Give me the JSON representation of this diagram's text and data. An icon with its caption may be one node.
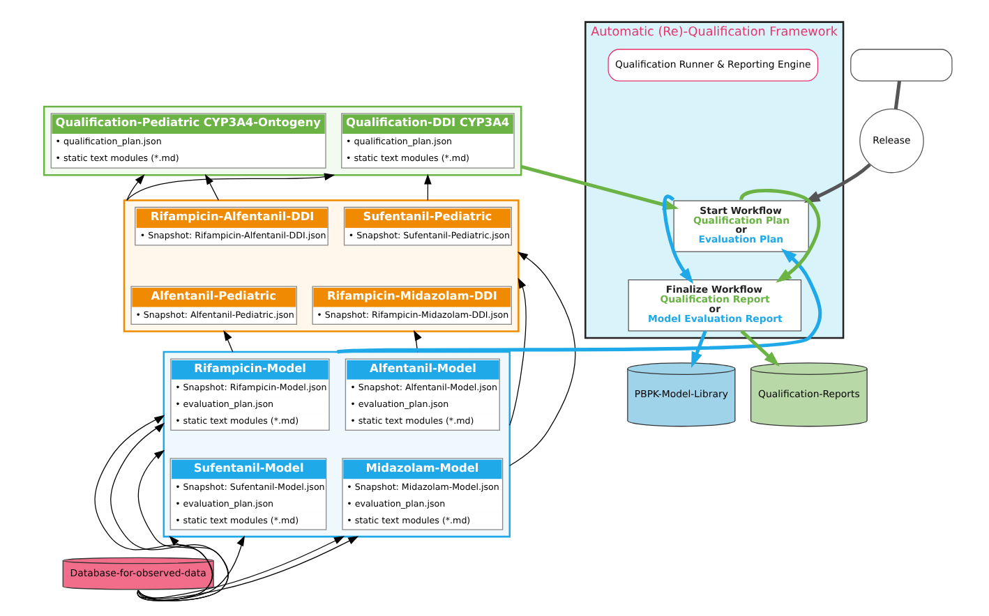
{
  "diagram": {
    "nodes": [
      {
        "text": [],
        "shape": "box"
      },
      {
        "text": [
          "Qualification-DDI CYP3A4",
          "• qualification_plan.json",
          "• static text modules (*.md)"
        ],
        "in": 0
      },
      {
        "text": [
          "Qualification-Pediatric CYP3A4-Ontogeny",
          "• qualification_plan.json",
          "• static text modules (*.md)"
        ],
        "in": 0
      },
      {
        "text": [],
        "shape": "box"
      },
      {
        "text": [
          "Rifampicin-Alfentanil-DDI",
          "• Snapshot: Rifampicin-Alfentanil-DDI.json"
        ],
        "in": 3
      },
      {
        "text": [
          "Sufentanil-Pediatric",
          "• Snapshot: Sufentanil-Pediatric.json"
        ],
        "in": 3
      },
      {
        "text": [
          "Rifampicin-Midazolam-DDI",
          "• Snapshot: Rifampicin-Midazolam-DDI.json"
        ],
        "in": 3
      },
      {
        "text": [
          "Alfentanil-Pediatric",
          "• Snapshot: Alfentanil-Pediatric.json"
        ],
        "in": 3
      },
      {
        "text": [],
        "shape": "box"
      },
      {
        "text": [
          "Rifampicin-Model",
          "• Snapshot: Rifampicin-Model.json",
          "• evaluation_plan.json",
          "• static text modules (*.md)"
        ],
        "in": 8
      },
      {
        "text": [
          "Alfentanil-Model",
          "• Snapshot: Alfentanil-Model.json",
          "• evaluation_plan.json",
          "• static text modules (*.md)"
        ],
        "in": 8
      },
      {
        "text": [
          "Midazolam-Model",
          "• Snapshot: Midazolam-Model.json",
          "• evaluation_plan.json",
          "• static text modules (*.md)"
        ],
        "in": 8
      },
      {
        "text": [
          "Sufentanil-Model",
          "• Snapshot: Sufentanil-Model.json",
          "• evaluation_plan.json",
          "• static text modules (*.md)"
        ],
        "in": 8
      },
      {
        "text": [
          "Database-for-observed-data"
        ]
      },
      {
        "text": [],
        "shape": "box"
      },
      {
        "text": [
          "Release"
        ]
      },
      {
        "text": [
          "Automatic (Re)-Qualification Framework"
        ]
      },
      {
        "text": [
          "Start Workflow",
          "Qualification Plan",
          "or",
          "Evaluation Plan"
        ],
        "in": 16
      },
      {
        "text": [
          "Qualification Runner & Reporting Engine"
        ],
        "in": 16
      },
      {
        "text": [
          "Finalize Workflow",
          "Qualification Report",
          "or",
          "Model Evaluation Report"
        ],
        "in": 16
      },
      {
        "text": [
          "PBPK-Model-Library"
        ]
      },
      {
        "text": [
          "Qualification-Reports"
        ]
      }
    ],
    "edges": [
      {
        "from": 13,
        "to": 8,
        "arrow": "to"
      },
      {
        "from": 13,
        "to": 8,
        "arrow": "to"
      },
      {
        "from": 13,
        "to": 8,
        "arrow": "to"
      },
      {
        "from": 13,
        "to": 8,
        "arrow": "to"
      },
      {
        "from": 13,
        "to": 8,
        "arrow": "to"
      },
      {
        "from": 13,
        "to": 8,
        "arrow": "to"
      },
      {
        "from": 13,
        "to": 8,
        "arrow": "to"
      },
      {
        "from": 8,
        "to": 3,
        "arrow": "to"
      },
      {
        "from": 8,
        "to": 3,
        "arrow": "to"
      },
      {
        "from": 8,
        "to": 3,
        "arrow": "to"
      },
      {
        "from": 8,
        "to": 3,
        "arrow": "to"
      },
      {
        "from": 3,
        "to": 0,
        "arrow": "to"
      },
      {
        "from": 3,
        "to": 0,
        "arrow": "to"
      },
      {
        "from": 3,
        "to": 0,
        "arrow": "to"
      },
      {
        "from": 3,
        "to": 0,
        "arrow": "to"
      },
      {
        "from": 0,
        "to": 17,
        "arrow": "to",
        "style": "thick",
        "color": "#6ab344"
      },
      {
        "from": 8,
        "to": 17,
        "arrow": "to",
        "style": "thick",
        "color": "#1fa9e8"
      },
      {
        "from": 14,
        "to": 15,
        "arrow": "none",
        "style": "thick",
        "color": "#555555"
      },
      {
        "from": 15,
        "to": 17,
        "arrow": "to",
        "style": "thick",
        "color": "#555555"
      },
      {
        "from": 17,
        "to": 19,
        "arrow": "to",
        "style": "thick",
        "color": "#1fa9e8"
      },
      {
        "from": 17,
        "to": 19,
        "arrow": "to",
        "style": "thick",
        "color": "#6ab344"
      },
      {
        "from": 19,
        "to": 20,
        "arrow": "to",
        "style": "thick",
        "color": "#1fa9e8"
      },
      {
        "from": 19,
        "to": 21,
        "arrow": "to",
        "style": "thick",
        "color": "#6ab344"
      }
    ]
  }
}
